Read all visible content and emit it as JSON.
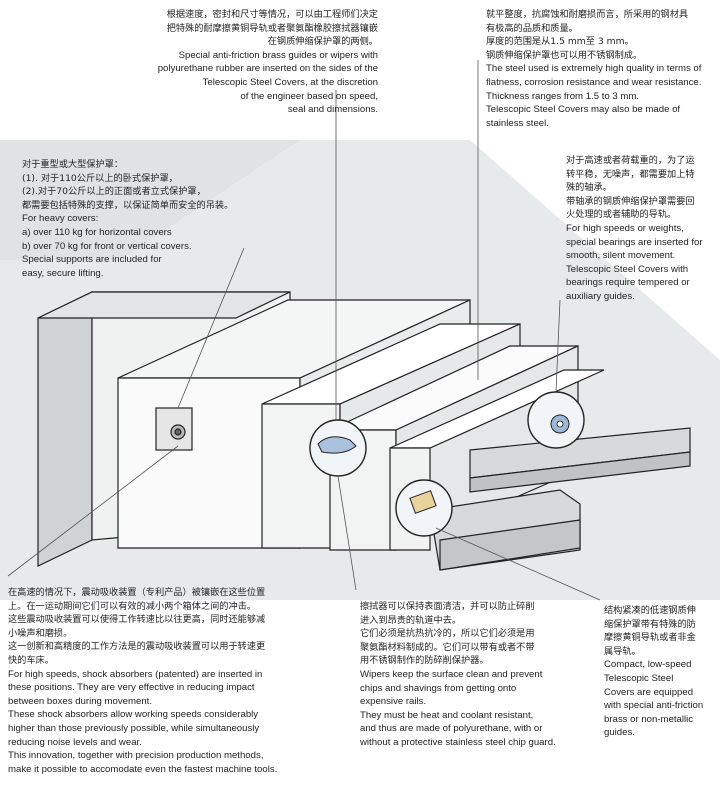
{
  "callouts": {
    "top_center": {
      "zh": [
        "根据速度，密封和尺寸等情况，可以由工程师们决定",
        "把特殊的耐摩擦黄铜导轨或者聚氨酯橡胶擦拭器镶嵌",
        "在钢质伸缩保护罩的两侧。"
      ],
      "en": [
        "Special anti-friction brass guides or wipers with",
        "polyurethane rubber are inserted on the sides of the",
        "Telescopic Steel Covers, at the discretion",
        "of the engineer based on speed,",
        "seal and dimensions."
      ]
    },
    "top_right": {
      "zh": [
        "就平整度，抗腐蚀和耐磨损而言，所采用的钢材具",
        "有极高的品质和质量。",
        "厚度的范围是从1.5 mm至 3 mm。",
        "钢质伸缩保护罩也可以用不锈钢制成。"
      ],
      "en": [
        "The steel used is extremely high quality in terms of",
        "flatness, corrosion resistance and wear resistance.",
        "Thickness ranges from 1.5 to 3 mm.",
        "Telescopic Steel Covers may also be made of",
        "stainless steel."
      ]
    },
    "left_heavy": {
      "zh": [
        "对于重型或大型保护罩：",
        "(1). 对于110公斤以上的卧式保护罩，",
        "(2).对于70公斤以上的正面或者立式保护罩，",
        "都需要包括特殊的支撑，以保证简单而安全的吊装。"
      ],
      "en": [
        "For heavy covers:",
        "a) over 110 kg for horizontal covers",
        "b) over 70 kg for front or vertical covers.",
        "Special supports are included for",
        "easy, secure lifting."
      ]
    },
    "right_bearings": {
      "zh": [
        "对于高速或者荷载重的，为了运",
        "转平稳，无噪声，都需要加上特",
        "殊的轴承。",
        "带轴承的钢质伸缩保护罩需要回",
        "火处理的或者辅助的导轨。"
      ],
      "en": [
        "For high speeds or weights,",
        "special bearings are inserted for",
        "smooth, silent movement.",
        "Telescopic Steel Covers with",
        "bearings require tempered or",
        "auxiliary guides."
      ]
    },
    "bottom_left": {
      "zh": [
        "在高速的情况下，震动吸收装置（专利产品）被镶嵌在这些位置",
        "上。在一运动期间它们可以有效的减小两个箱体之间的冲击。",
        "这些震动吸收装置可以使得工作转速比以往更高，同时还能够减",
        "小噪声和磨损。",
        "这一创新和高精度的工作方法是的震动吸收装置可以用于转速更",
        "快的车床。"
      ],
      "en": [
        "For high speeds, shock absorbers (patented) are inserted in",
        "these positions. They are very effective in reducing impact",
        "between boxes during movement.",
        "These shock absorbers allow working speeds considerably",
        "higher than those previously possible, while simultaneously",
        "reducing noise levels and wear.",
        "This innovation, together with precision production methods,",
        "make it possible to accomodate even the fastest machine tools."
      ]
    },
    "bottom_center": {
      "zh": [
        "擦拭器可以保持表面清洁，并可以防止碎削",
        "进入到昂贵的轨道中去。",
        "它们必须是抗热抗冷的，所以它们必须是用",
        "聚氨酯材料制成的。它们可以带有或者不带",
        "用不锈钢制作的防碎削保护器。"
      ],
      "en": [
        "Wipers keep the  surface clean and prevent",
        "chips and shavings from getting onto",
        "expensive rails.",
        "They must be heat and  coolant resistant,",
        "and thus  are made of polyurethane, with or",
        "without a protective  stainless steel chip guard."
      ]
    },
    "bottom_right": {
      "zh": [
        "结构紧凑的低速钢质伸",
        "缩保护罩带有特殊的防",
        "摩擦黄铜导轨或者非金",
        "属导轨。"
      ],
      "en": [
        "Compact, low-speed",
        "Telescopic Steel",
        "Covers are equipped",
        "with special anti-friction",
        "brass or non-metallic",
        "guides."
      ]
    }
  },
  "colors": {
    "panel": "#e6e9ea",
    "line": "#222222",
    "cover": "#f5f6f6",
    "accent": "#9fb7d6"
  }
}
